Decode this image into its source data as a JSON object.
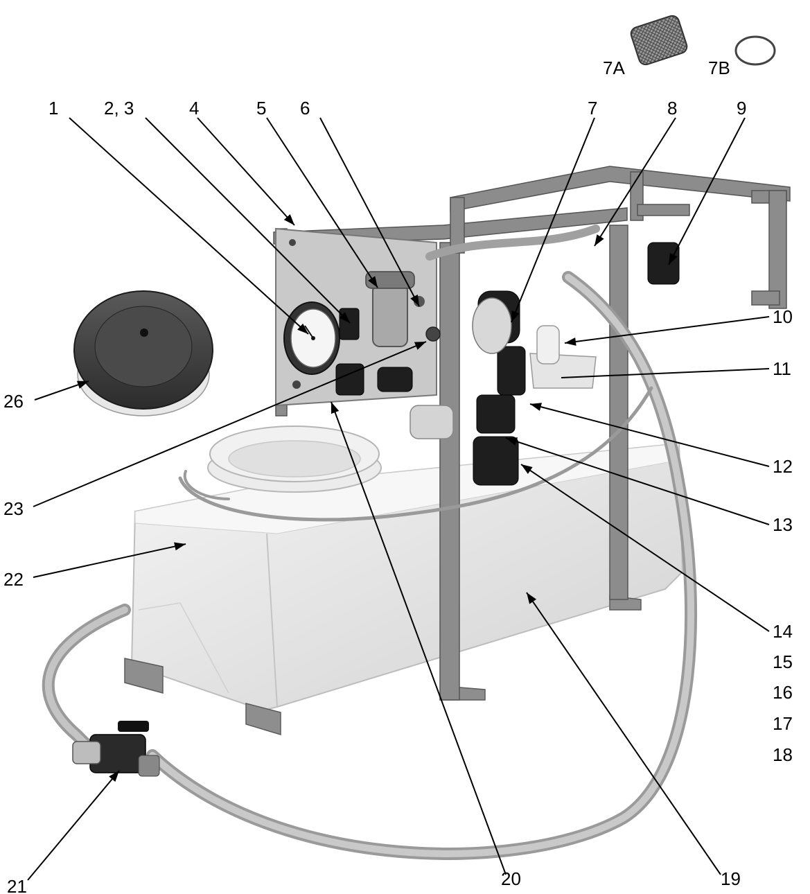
{
  "diagram": {
    "type": "exploded parts illustration",
    "callouts": [
      {
        "id": "c1",
        "label": "1"
      },
      {
        "id": "c23",
        "label": "2, 3"
      },
      {
        "id": "c4",
        "label": "4"
      },
      {
        "id": "c5",
        "label": "5"
      },
      {
        "id": "c6",
        "label": "6"
      },
      {
        "id": "c7",
        "label": "7"
      },
      {
        "id": "c7a",
        "label": "7A"
      },
      {
        "id": "c7b",
        "label": "7B"
      },
      {
        "id": "c8",
        "label": "8"
      },
      {
        "id": "c9",
        "label": "9"
      },
      {
        "id": "c10",
        "label": "10"
      },
      {
        "id": "c11",
        "label": "11"
      },
      {
        "id": "c12",
        "label": "12"
      },
      {
        "id": "c13",
        "label": "13"
      },
      {
        "id": "c14",
        "label": "14"
      },
      {
        "id": "c15",
        "label": "15"
      },
      {
        "id": "c16",
        "label": "16"
      },
      {
        "id": "c17",
        "label": "17"
      },
      {
        "id": "c18",
        "label": "18"
      },
      {
        "id": "c19",
        "label": "19"
      },
      {
        "id": "c20",
        "label": "20"
      },
      {
        "id": "c21",
        "label": "21"
      },
      {
        "id": "c22",
        "label": "22"
      },
      {
        "id": "c23b",
        "label": "23"
      },
      {
        "id": "c26",
        "label": "26"
      }
    ]
  },
  "colors": {
    "background": "#ffffff",
    "ink": "#000000",
    "tank": "#e6e6e6",
    "frame": "#8c8c8c",
    "hose": "#a8a8a8",
    "fitting": "#1e1e1e"
  }
}
